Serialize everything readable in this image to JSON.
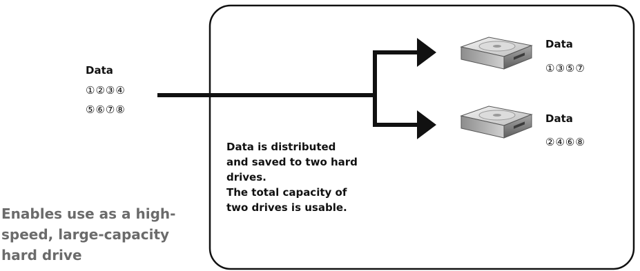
{
  "source": {
    "label": "Data",
    "seq_line1": "①②③④",
    "seq_line2": "⑤⑥⑦⑧"
  },
  "drive_top": {
    "label": "Data",
    "seq": "①③⑤⑦",
    "icon": "hard-drive-icon"
  },
  "drive_bottom": {
    "label": "Data",
    "seq": "②④⑥⑧",
    "icon": "hard-drive-icon"
  },
  "caption": {
    "line1": "Data is distributed",
    "line2": "and saved to two hard",
    "line3": "drives.",
    "line4": "The total capacity of",
    "line5": "two drives is usable."
  },
  "feature": {
    "line1": "Enables use as a high-",
    "line2": "speed, large-capacity",
    "line3": "hard drive"
  },
  "colors": {
    "line": "#111111",
    "frame": "#111111",
    "feature_text": "#6b6b6b"
  }
}
